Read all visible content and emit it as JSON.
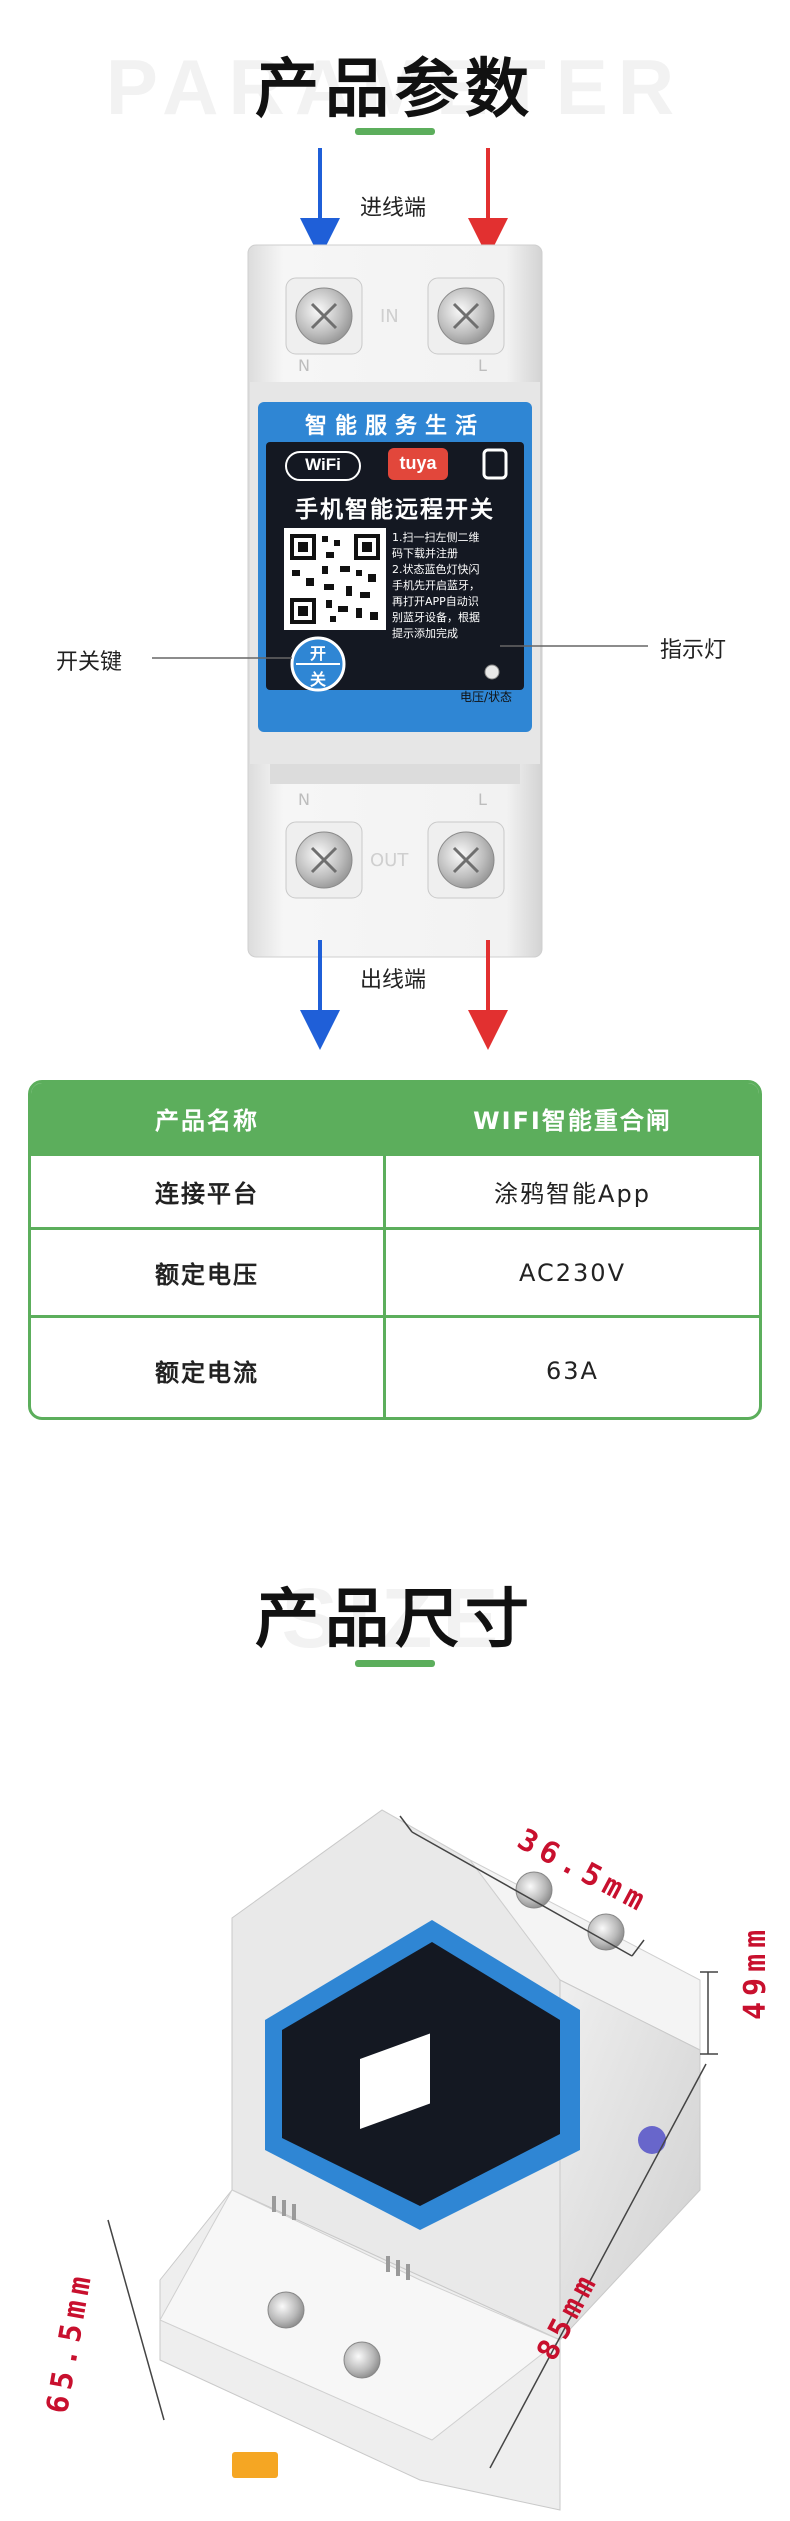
{
  "params": {
    "title": "产品参数",
    "watermark": "PARAMETER",
    "callouts": {
      "inlet": "进线端",
      "outlet": "出线端",
      "switch_key": "开关键",
      "indicator": "指示灯"
    }
  },
  "device": {
    "top_band": "智能服务生活",
    "wifi_logo": "WiFi",
    "tuya_logo": "tuya",
    "headline": "手机智能远程开关",
    "instructions": [
      "1.扫一扫左侧二维",
      "码下载并注册",
      "2.状态蓝色灯快闪",
      "手机先开启蓝牙，",
      "再打开APP自动识",
      "别蓝牙设备，根据",
      "提示添加完成"
    ],
    "button_top": "开",
    "button_bottom": "关",
    "status_label": "电压/状态",
    "terminal_top_left": "N",
    "terminal_top_right": "L",
    "terminal_top_mid": "IN",
    "terminal_bottom_left": "N",
    "terminal_bottom_right": "L",
    "terminal_bottom_mid": "OUT"
  },
  "spec_table": {
    "rows": [
      {
        "label": "产品名称",
        "value": "WIFI智能重合闸"
      },
      {
        "label": "连接平台",
        "value": "涂鸦智能App"
      },
      {
        "label": "额定电压",
        "value": "AC230V"
      },
      {
        "label": "额定电流",
        "value": "63A"
      }
    ]
  },
  "size": {
    "title": "产品尺寸",
    "watermark": "SIZE",
    "dimensions": {
      "width": "36.5mm",
      "depth": "49mm",
      "height": "85mm",
      "body_height": "65.5mm"
    }
  },
  "colors": {
    "green": "#5cae5c",
    "blue_arrow": "#1f5fd8",
    "red_arrow": "#e23030",
    "dim_red": "#c8102e",
    "panel_blue": "#2f86d4",
    "panel_dark": "#141822"
  }
}
